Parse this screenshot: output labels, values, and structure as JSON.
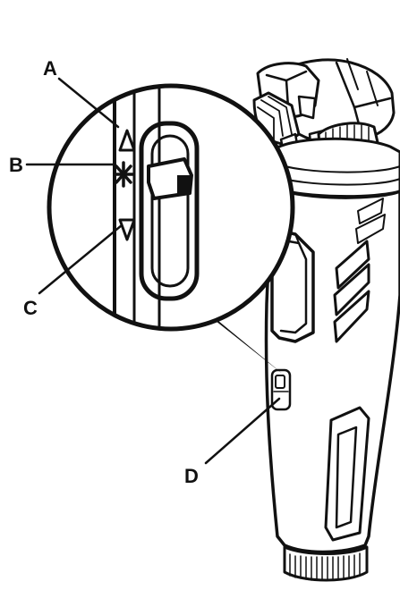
{
  "callouts": [
    {
      "id": "a",
      "label": "A"
    },
    {
      "id": "b",
      "label": "B"
    },
    {
      "id": "c",
      "label": "C"
    },
    {
      "id": "d",
      "label": "D"
    }
  ],
  "colors": {
    "ink": "#111111",
    "background": "#ffffff"
  }
}
